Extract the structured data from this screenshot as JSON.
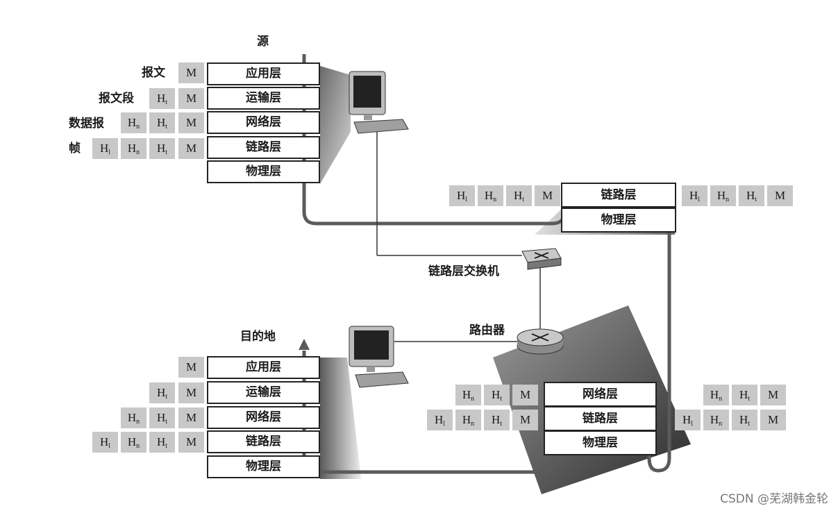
{
  "labels": {
    "source": "源",
    "destination": "目的地",
    "switch": "链路层交换机",
    "router": "路由器"
  },
  "pdu_names": [
    "报文",
    "报文段",
    "数据报",
    "帧"
  ],
  "host_layers": [
    "应用层",
    "运输层",
    "网络层",
    "链路层",
    "物理层"
  ],
  "switch_layers": [
    "链路层",
    "物理层"
  ],
  "router_layers": [
    "网络层",
    "链路层",
    "物理层"
  ],
  "cells": {
    "M": "M",
    "H": "H",
    "t": "t",
    "n": "n",
    "l": "l"
  },
  "watermark": "CSDN @芜湖韩金轮",
  "colors": {
    "cell_bg": "#c8c8c8",
    "path": "#5a5a5a",
    "shadow": "#7a7a7a"
  }
}
